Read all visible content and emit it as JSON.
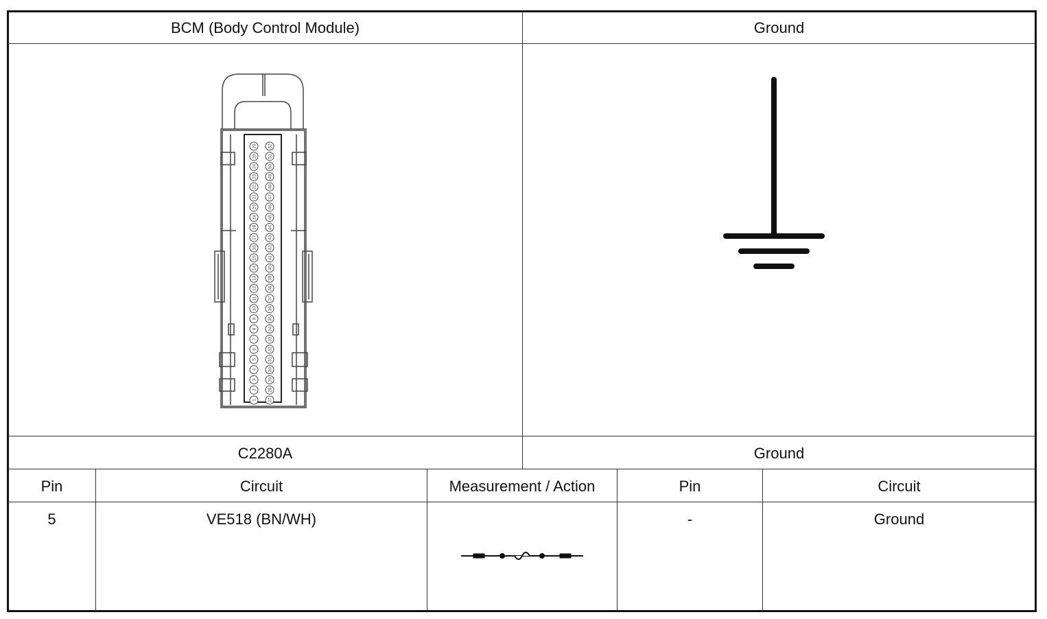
{
  "top": {
    "left_header": "BCM (Body Control Module)",
    "right_header": "Ground",
    "left_connector": "C2280A",
    "right_connector": "Ground"
  },
  "connector": {
    "col_a_pins": [
      "26",
      "25",
      "24",
      "23",
      "22",
      "21",
      "20",
      "19",
      "18",
      "17",
      "16",
      "15",
      "14",
      "13",
      "12",
      "11",
      "10",
      "9",
      "8",
      "7",
      "6",
      "5",
      "4",
      "3",
      "2",
      "1"
    ],
    "col_b_pins": [
      "52",
      "51",
      "50",
      "49",
      "48",
      "47",
      "46",
      "45",
      "44",
      "43",
      "42",
      "41",
      "40",
      "39",
      "38",
      "37",
      "36",
      "35",
      "34",
      "33",
      "32",
      "31",
      "30",
      "29",
      "28",
      "27"
    ]
  },
  "table": {
    "headers": {
      "pin_left": "Pin",
      "circuit_left": "Circuit",
      "measurement": "Measurement / Action",
      "pin_right": "Pin",
      "circuit_right": "Circuit"
    },
    "rows": [
      {
        "pin_left": "5",
        "circuit_left": "VE518 (BN/WH)",
        "measurement_icon": "resistance-measurement-icon",
        "pin_right": "-",
        "circuit_right": "Ground"
      }
    ]
  }
}
